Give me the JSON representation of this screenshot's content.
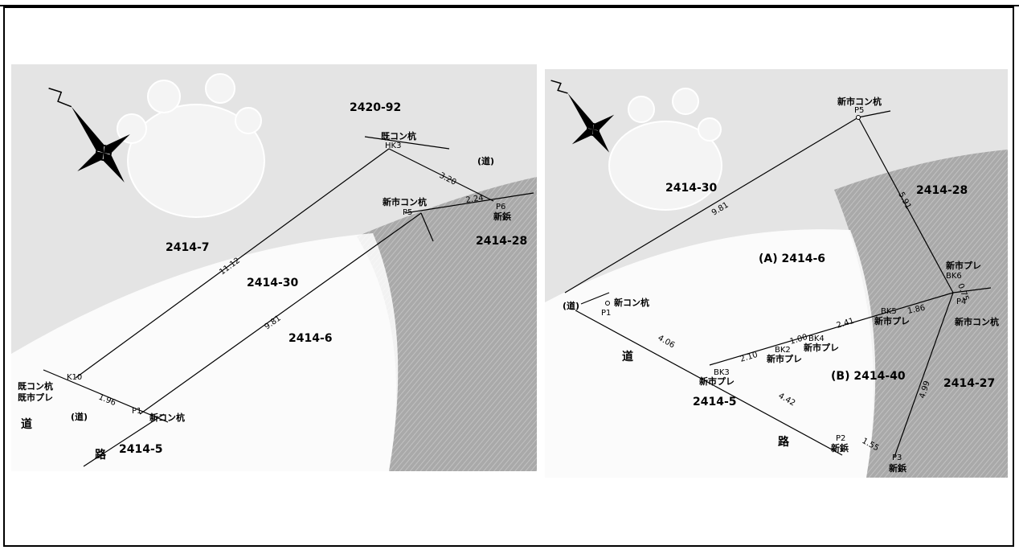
{
  "left_map": {
    "lots": [
      "2420-92",
      "2414-7",
      "2414-30",
      "2414-6",
      "2414-28",
      "2414-5"
    ],
    "points": [
      {
        "id": "HK3",
        "label": "既コン杭"
      },
      {
        "id": "P5",
        "label": "新市コン杭"
      },
      {
        "id": "P6",
        "label": "新鋲"
      },
      {
        "id": "K10",
        "label": "既コン杭",
        "label2": "既市プレ"
      },
      {
        "id": "P1",
        "label": "新コン杭"
      }
    ],
    "road_labels": [
      "(道)",
      "(道)",
      "道",
      "路"
    ],
    "distances": [
      "3.20",
      "2.24",
      "11.12",
      "9.81",
      "1.96"
    ]
  },
  "right_map": {
    "lots": [
      "2414-30",
      "2414-28",
      "(A) 2414-6",
      "(B) 2414-40",
      "2414-27",
      "2414-5"
    ],
    "points": [
      {
        "id": "P5",
        "label": "新市コン杭"
      },
      {
        "id": "P1",
        "label": "新コン杭"
      },
      {
        "id": "BK6",
        "label": "新市プレ"
      },
      {
        "id": "BK5",
        "label": "新市プレ"
      },
      {
        "id": "BK4",
        "label": "新市プレ"
      },
      {
        "id": "BK2",
        "label": "新市プレ"
      },
      {
        "id": "BK3",
        "label": "新市プレ"
      },
      {
        "id": "P4",
        "label": "新市コン杭"
      },
      {
        "id": "P2",
        "label": "新鋲"
      },
      {
        "id": "P3",
        "label": "新鋲"
      }
    ],
    "road_labels": [
      "(道)",
      "道",
      "路"
    ],
    "distances": [
      "9.81",
      "5.91",
      "1.86",
      "0.75",
      "2.41",
      "1.00",
      "2.10",
      "4.06",
      "4.42",
      "1.55",
      "4.99"
    ]
  },
  "colors": {
    "bg_light": "#e4e4e4",
    "bg_dark": "#a9a9a9",
    "white_area": "#ffffff",
    "ink": "#000000"
  },
  "icons": [
    "compass-rose-icon",
    "paulownia-crest-icon"
  ]
}
